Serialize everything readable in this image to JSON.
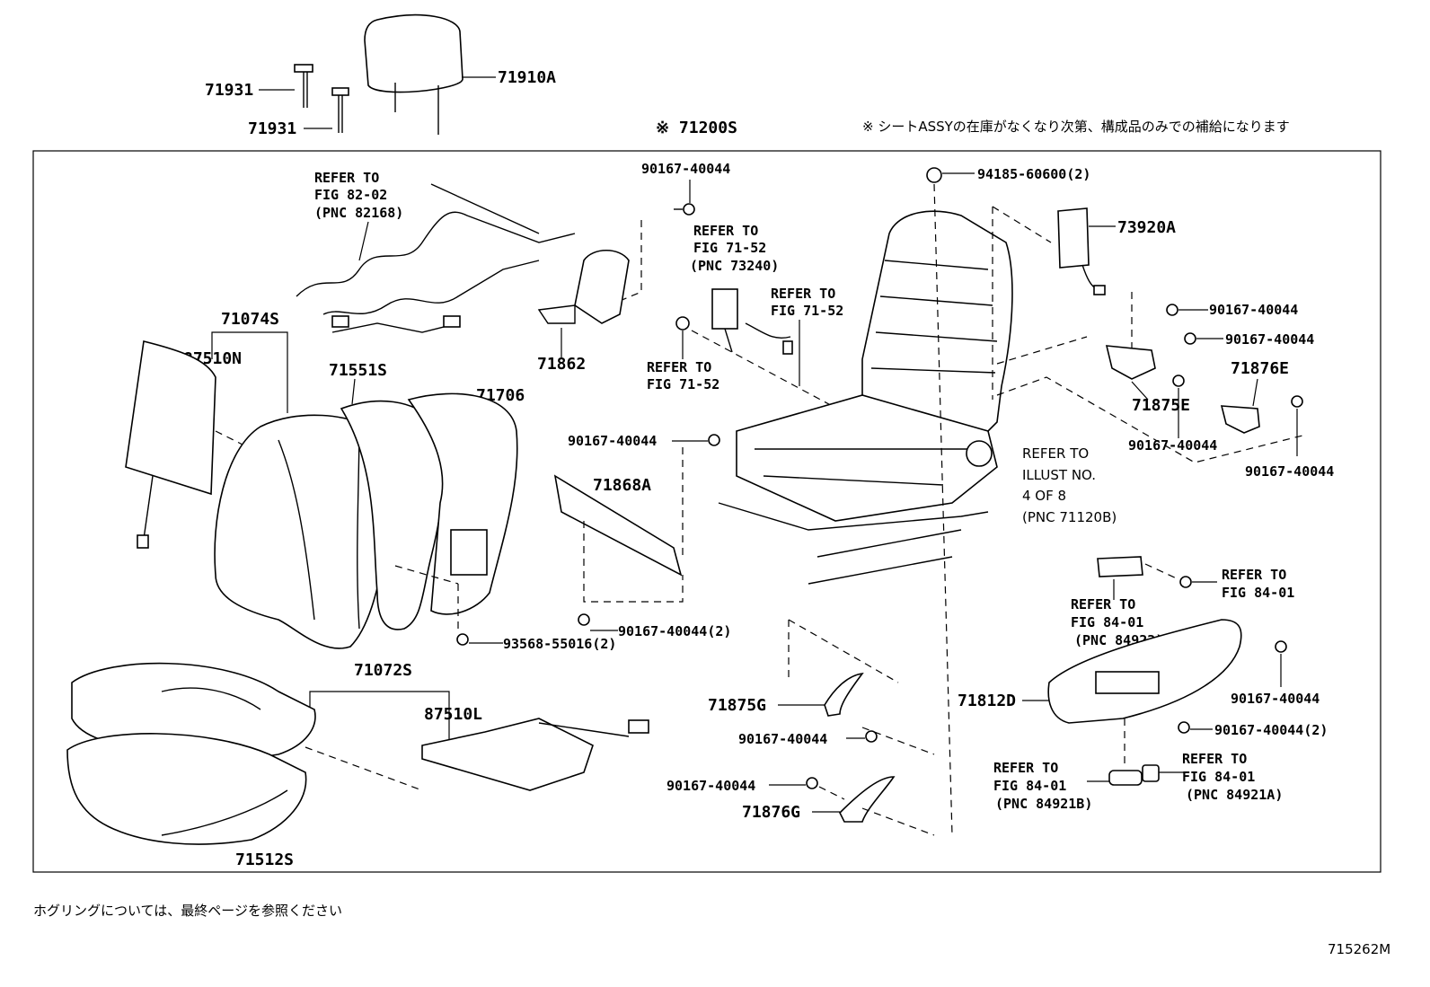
{
  "main_part": "※ 71200S",
  "note_top": "※ シートASSYの在庫がなくなり次第、構成品のみでの補給になります",
  "note_bottom": "ホグリングについては、最終ページを参照ください",
  "illustration_id": "715262M",
  "labels": {
    "p71931a": "71931",
    "p71931b": "71931",
    "p71910A": "71910A",
    "refer_82_02": [
      "REFER TO",
      "FIG 82-02",
      "(PNC 82168)"
    ],
    "p71074S": "71074S",
    "p87510N": "87510N",
    "p71551S": "71551S",
    "p71706": "71706",
    "p71862": "71862",
    "bolt_top": "90167-40044",
    "refer_73240": [
      "REFER TO",
      "FIG 71-52",
      "(PNC 73240)"
    ],
    "refer_71_52_a": [
      "REFER TO",
      "FIG 71-52"
    ],
    "refer_71_52_b": [
      "REFER TO",
      "FIG 71-52"
    ],
    "bolt_mid": "90167-40044",
    "p71868A": "71868A",
    "bolt_2": "90167-40044(2)",
    "clip_2": "93568-55016(2)",
    "p94185": "94185-60600(2)",
    "p73920A": "73920A",
    "bolt_r1": "90167-40044",
    "bolt_r2": "90167-40044",
    "p71876E": "71876E",
    "p71875E": "71875E",
    "bolt_r3": "90167-40044",
    "bolt_r4": "90167-40044",
    "refer_illust": [
      "REFER TO",
      "ILLUST NO.",
      "4 OF 8",
      "(PNC 71120B)"
    ],
    "refer_84_01_a": [
      "REFER TO",
      "FIG 84-01"
    ],
    "refer_84922": [
      "REFER TO",
      "FIG 84-01",
      "(PNC 84922)"
    ],
    "p71812D": "71812D",
    "bolt_r5": "90167-40044",
    "bolt_r6": "90167-40044(2)",
    "refer_84921B": [
      "REFER TO",
      "FIG 84-01",
      "(PNC 84921B)"
    ],
    "refer_84921A": [
      "REFER TO",
      "FIG 84-01",
      "(PNC 84921A)"
    ],
    "p71072S": "71072S",
    "p87510L": "87510L",
    "p71512S": "71512S",
    "p71875G": "71875G",
    "bolt_g1": "90167-40044",
    "bolt_g2": "90167-40044",
    "p71876G": "71876G"
  }
}
